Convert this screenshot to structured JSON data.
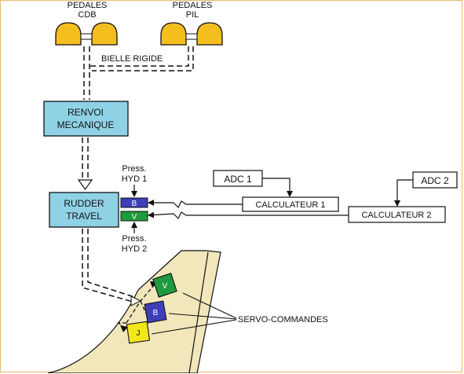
{
  "pedals": {
    "cdb": [
      "PEDALES",
      "CDB"
    ],
    "pil": [
      "PEDALES",
      "PIL"
    ],
    "link_label": "BIELLE RIGIDE"
  },
  "renvoi": [
    "RENVOI",
    "MECANIQUE"
  ],
  "rudder_travel": [
    "RUDDER",
    "TRAVEL"
  ],
  "hyd1": [
    "Press.",
    "HYD 1"
  ],
  "hyd2": [
    "Press.",
    "HYD 2"
  ],
  "rudder_channels": {
    "blue": "B",
    "green": "V"
  },
  "adc1": "ADC 1",
  "adc2": "ADC 2",
  "calc1": "CALCULATEUR 1",
  "calc2": "CALCULATEUR 2",
  "servos": {
    "green": "V",
    "blue": "B",
    "yellow": "J"
  },
  "servo_label": "SERVO-COMMANDES",
  "colors": {
    "pedal_fill": "#f5be1f",
    "block_fill": "#8fd2e6",
    "fin_fill": "#f1e7bb",
    "green": "#1f9a3c",
    "blue": "#3e3fb8",
    "yellow": "#f2e71c",
    "border": "#e8b870"
  }
}
